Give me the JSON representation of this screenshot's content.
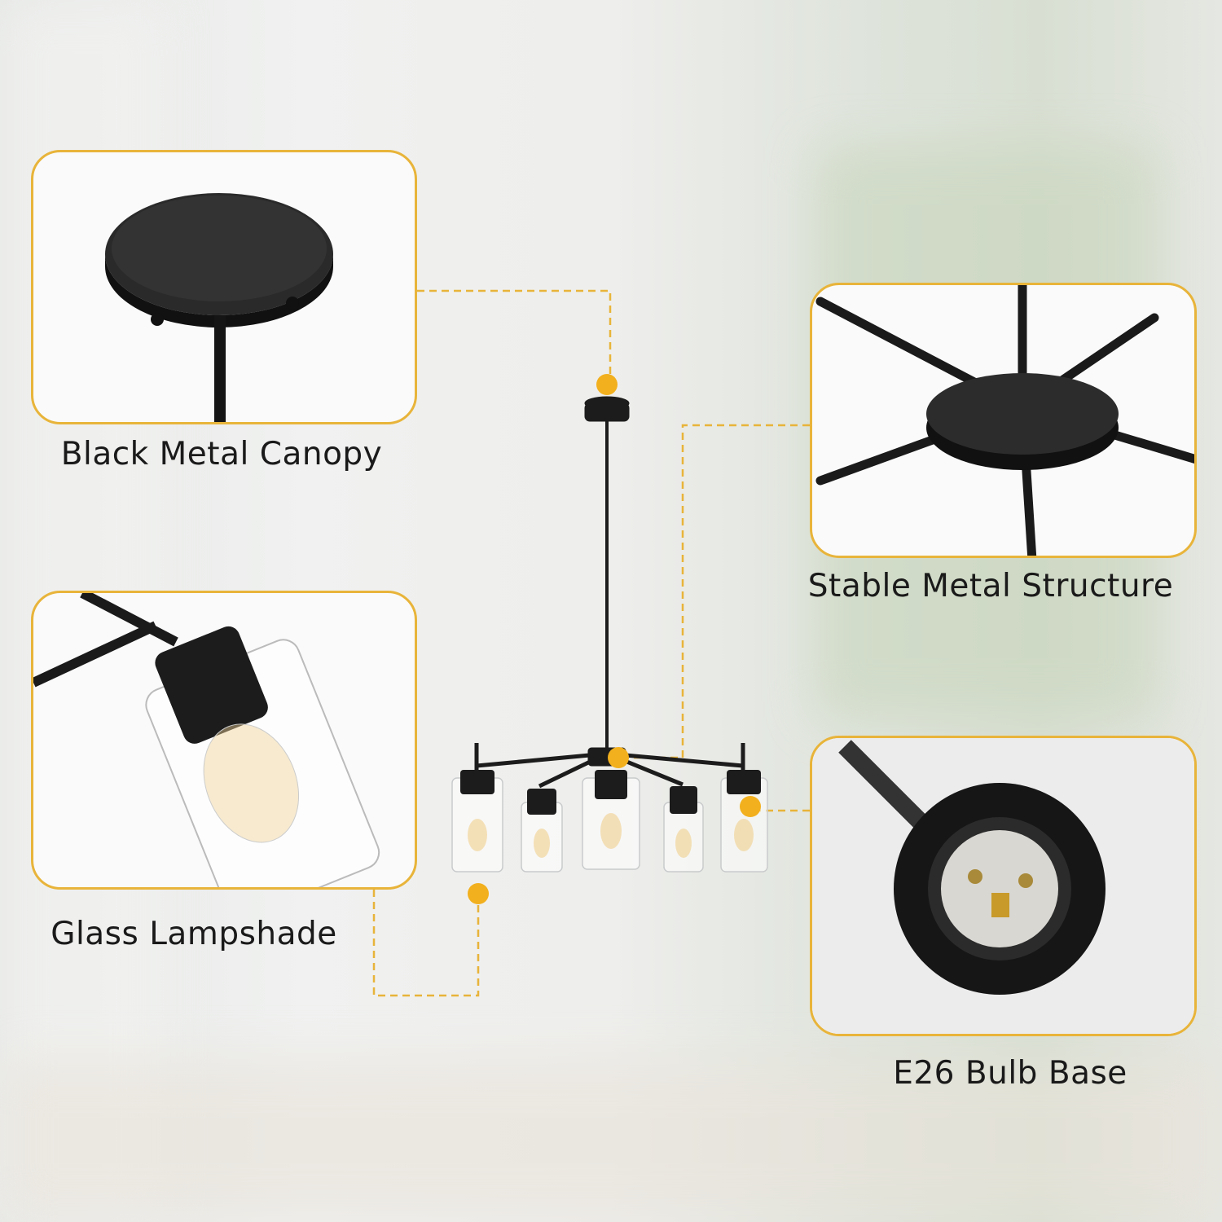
{
  "features": [
    {
      "label": "Black Metal Canopy"
    },
    {
      "label": "Stable Metal Structure"
    },
    {
      "label": "Glass Lampshade"
    },
    {
      "label": "E26 Bulb Base"
    }
  ],
  "colors": {
    "accent": "#e8b43a",
    "dot": "#f2b01e",
    "metal": "#1c1c1c"
  }
}
